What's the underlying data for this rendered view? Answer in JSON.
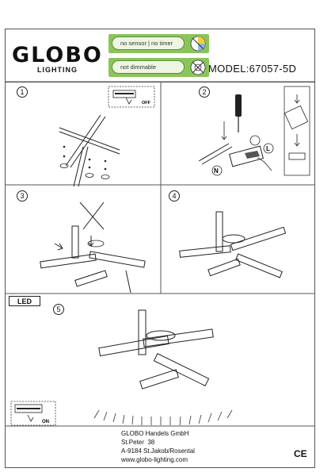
{
  "brand": {
    "name": "GLOBO",
    "subtitle": "LIGHTING"
  },
  "badges": [
    {
      "label": "no sensor | no timer",
      "icon": "sensor-timer-icon"
    },
    {
      "label": "not dimmable",
      "icon": "not-dimmable-icon"
    }
  ],
  "model": "MODEL:67057-5D",
  "steps": [
    "1",
    "2",
    "3",
    "4",
    "5"
  ],
  "switch_labels": {
    "off": "OFF",
    "on": "ON"
  },
  "step2_labels": {
    "left": "L",
    "neutral": "N"
  },
  "led_label": "LED",
  "company": {
    "name": "GLOBO Handels GmbH",
    "street": "St.Peter  38",
    "city": "A-9184 St.Jakob/Rosental",
    "web": "www.globo-lighting.com"
  },
  "ce_mark": "CE",
  "colors": {
    "badge_green": "#8ac45a",
    "line": "#555555"
  }
}
